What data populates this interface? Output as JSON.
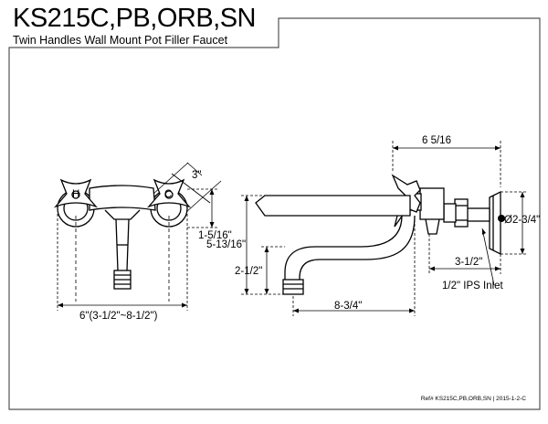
{
  "header": {
    "title": "KS215C,PB,ORB,SN",
    "subtitle": "Twin Handles Wall Mount Pot Filler Faucet"
  },
  "front_view": {
    "dim_top_right": "3\"",
    "dim_right": "1-5/16\"",
    "dim_bottom": "6\"(3-1/2\"~8-1/2\")"
  },
  "side_view": {
    "dim_top": "6 5/16",
    "dim_total_height": "5-13/16\"",
    "dim_spout_drop": "2-1/2\"",
    "dim_spout_length": "8-3/4\"",
    "dim_flange_dia": "Ø2-3/4\"",
    "dim_body_offset": "3-1/2\"",
    "dim_inlet": "1/2\" IPS Inlet"
  },
  "footer": {
    "reference": "Ref# KS215C,PB,ORB,SN | 2015-1-2-C"
  }
}
